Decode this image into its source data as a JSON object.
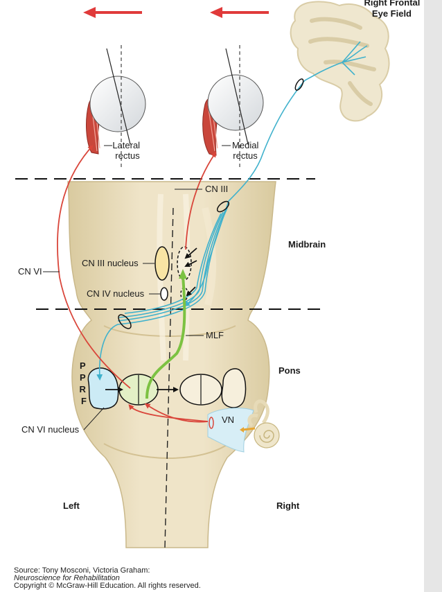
{
  "labels": {
    "right_frontal_eye_field": [
      "Right Frontal",
      "Eye Field"
    ],
    "lateral_rectus": [
      "Lateral",
      "rectus"
    ],
    "medial_rectus": [
      "Medial",
      "rectus"
    ],
    "cn_iii": "CN III",
    "midbrain": "Midbrain",
    "cn_vi": "CN VI",
    "cn_iii_nucleus": "CN III nucleus",
    "cn_iv_nucleus": "CN IV nucleus",
    "mlf": "MLF",
    "pons": "Pons",
    "pprf": [
      "P",
      "P",
      "R",
      "F"
    ],
    "vn": "VN",
    "cn_vi_nucleus": "CN VI nucleus",
    "left": "Left",
    "right": "Right"
  },
  "source": {
    "line1": "Source: Tony Mosconi, Victoria Graham:",
    "line2": "Neuroscience for Rehabilitation",
    "line3": "Copyright © McGraw-Hill Education. All rights reserved."
  },
  "colors": {
    "motor_pathway": "#d9453a",
    "cortical_pathway": "#3fb1cc",
    "mlf_pathway": "#7cc242",
    "brainstem": "#eadfc6",
    "arrow": "#e03a3a"
  }
}
